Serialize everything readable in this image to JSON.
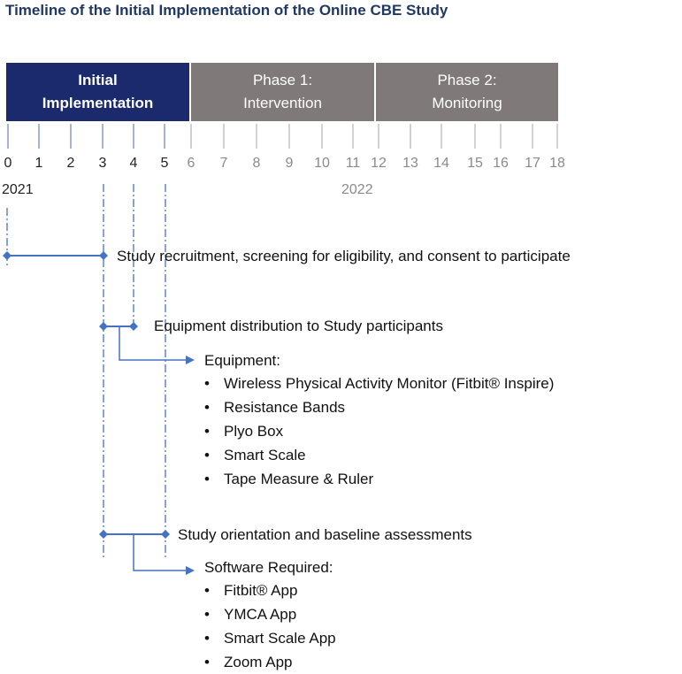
{
  "title": "Timeline of the Initial Implementation of the Online CBE Study",
  "phases": [
    {
      "line1": "Initial",
      "line2": "Implementation",
      "color": "#1a2a6c"
    },
    {
      "line1": "Phase 1:",
      "line2": "Intervention",
      "color": "#7f7979"
    },
    {
      "line1": "Phase 2:",
      "line2": "Monitoring",
      "color": "#7f7979"
    }
  ],
  "months": [
    "0",
    "1",
    "2",
    "3",
    "4",
    "5",
    "6",
    "7",
    "8",
    "9",
    "10",
    "11",
    "12",
    "13",
    "14",
    "15",
    "16",
    "17",
    "18"
  ],
  "years": {
    "start": "2021",
    "second": "2022"
  },
  "events": {
    "recruitment": "Study recruitment, screening for eligibility, and consent to participate",
    "equipment_distribution": "Equipment distribution to Study participants",
    "orientation": "Study orientation and baseline assessments"
  },
  "equipment": {
    "heading": "Equipment:",
    "items": [
      "Wireless Physical Activity Monitor (Fitbit®  Inspire)",
      "Resistance Bands",
      "Plyo Box",
      "Smart Scale",
      "Tape Measure & Ruler"
    ]
  },
  "software": {
    "heading": "Software Required:",
    "items": [
      "Fitbit® App",
      "YMCA App",
      "Smart Scale App",
      "Zoom App"
    ]
  },
  "colors": {
    "accent": "#4472c4",
    "navy": "#1a2a6c",
    "gray": "#7f7979",
    "title": "#1f3864"
  }
}
